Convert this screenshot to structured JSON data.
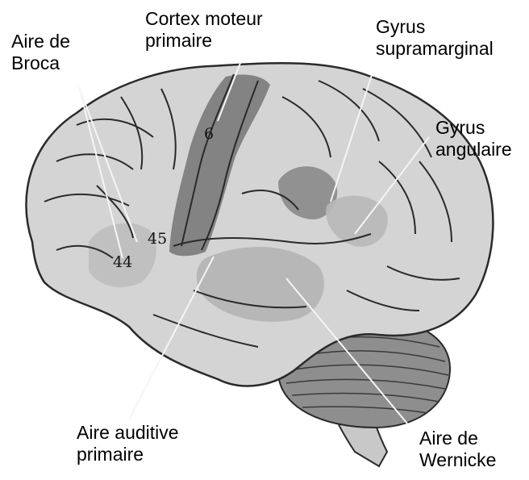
{
  "labels": {
    "broca_line1": "Aire de",
    "broca_line2": "Broca",
    "motor_line1": "Cortex moteur",
    "motor_line2": "primaire",
    "supramarginal_line1": "Gyrus",
    "supramarginal_line2": "supramarginal",
    "angular_line1": "Gyrus",
    "angular_line2": "angulaire",
    "auditory_line1": "Aire auditive",
    "auditory_line2": "primaire",
    "wernicke_line1": "Aire de",
    "wernicke_line2": "Wernicke"
  },
  "area_numbers": {
    "motor": "6",
    "broca_a": "45",
    "broca_b": "44"
  },
  "colors": {
    "brain_fill": "#d4d4d4",
    "outline": "#2a2a2a",
    "motor_region": "#7a7a7a",
    "highlight_region": "#b4b4b4",
    "cerebellum": "#8e8e8e",
    "leader_line": "#f5f5f5"
  }
}
